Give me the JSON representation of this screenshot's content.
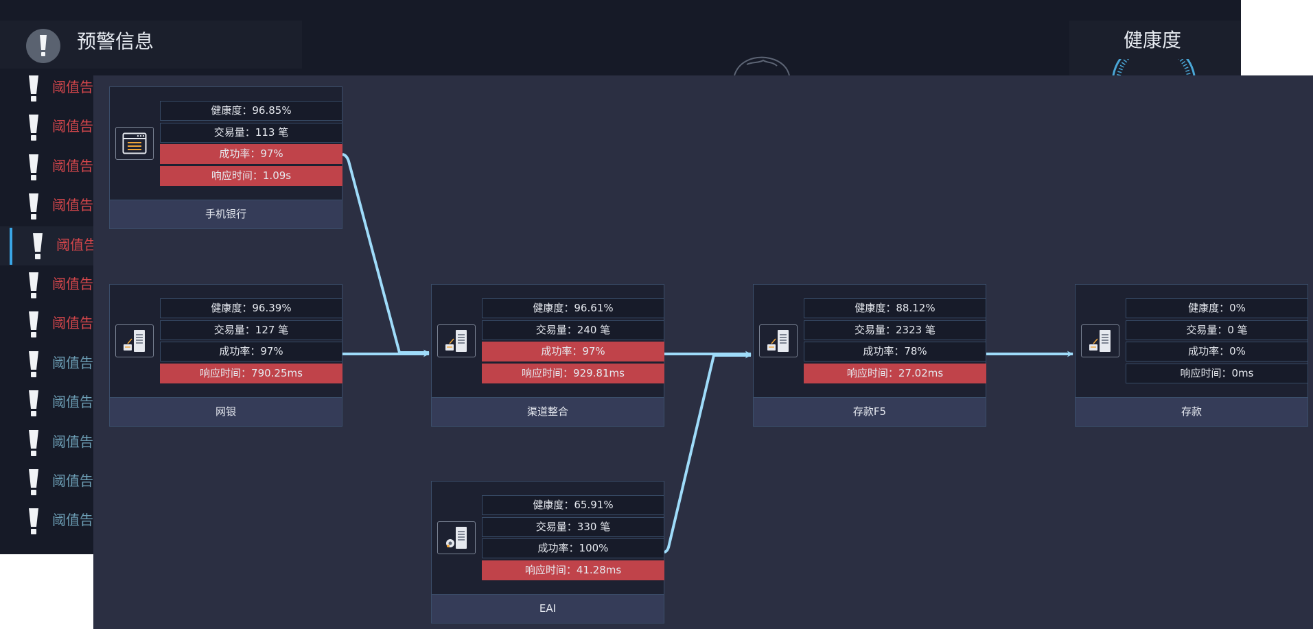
{
  "alerts": {
    "title": "预警信息",
    "items": [
      {
        "text": "阈值告警",
        "color": "red"
      },
      {
        "text": "阈值告警",
        "color": "red"
      },
      {
        "text": "阈值告警",
        "color": "red"
      },
      {
        "text": "阈值告警",
        "color": "red"
      },
      {
        "text": "阈值告警",
        "color": "red",
        "selected": true
      },
      {
        "text": "阈值告警",
        "color": "red"
      },
      {
        "text": "阈值告警",
        "color": "red"
      },
      {
        "text": "阈值告警",
        "color": "teal"
      },
      {
        "text": "阈值告警",
        "color": "teal"
      },
      {
        "text": "阈值告警",
        "color": "teal"
      },
      {
        "text": "阈值告警",
        "color": "teal"
      },
      {
        "text": "阈值告警",
        "color": "teal"
      }
    ]
  },
  "health": {
    "title": "健康度"
  },
  "colors": {
    "alert_red": "#c0434a",
    "edge": "#9fdcfa",
    "panel": "#2b2f42",
    "selected_bar": "#3aa6e6"
  },
  "nodes": [
    {
      "id": "mobile",
      "label": "手机银行",
      "icon": "browser-window-icon",
      "health": "健康度：96.85%",
      "volume": "交易量：113 笔",
      "success": "成功率：97%",
      "response": "响应时间：1.09s",
      "alerts": {
        "health": false,
        "volume": false,
        "success": true,
        "response": true
      }
    },
    {
      "id": "netbank",
      "label": "网银",
      "icon": "server-icon",
      "health": "健康度：96.39%",
      "volume": "交易量：127 笔",
      "success": "成功率：97%",
      "response": "响应时间：790.25ms",
      "alerts": {
        "health": false,
        "volume": false,
        "success": false,
        "response": true
      }
    },
    {
      "id": "channel",
      "label": "渠道整合",
      "icon": "server-icon",
      "health": "健康度：96.61%",
      "volume": "交易量：240 笔",
      "success": "成功率：97%",
      "response": "响应时间：929.81ms",
      "alerts": {
        "health": false,
        "volume": false,
        "success": true,
        "response": true
      }
    },
    {
      "id": "depositf5",
      "label": "存款F5",
      "icon": "server-icon",
      "health": "健康度：88.12%",
      "volume": "交易量：2323 笔",
      "success": "成功率：78%",
      "response": "响应时间：27.02ms",
      "alerts": {
        "health": false,
        "volume": false,
        "success": false,
        "response": true
      }
    },
    {
      "id": "deposit",
      "label": "存款",
      "icon": "server-icon",
      "health": "健康度：0%",
      "volume": "交易量：0 笔",
      "success": "成功率：0%",
      "response": "响应时间：0ms",
      "alerts": {
        "health": false,
        "volume": false,
        "success": false,
        "response": false
      }
    },
    {
      "id": "eai",
      "label": "EAI",
      "icon": "server-gear-icon",
      "health": "健康度：65.91%",
      "volume": "交易量：330 笔",
      "success": "成功率：100%",
      "response": "响应时间：41.28ms",
      "alerts": {
        "health": false,
        "volume": false,
        "success": false,
        "response": true
      }
    }
  ],
  "edges": [
    [
      "mobile",
      "channel"
    ],
    [
      "netbank",
      "channel"
    ],
    [
      "channel",
      "depositf5"
    ],
    [
      "eai",
      "depositf5"
    ],
    [
      "depositf5",
      "deposit"
    ]
  ]
}
